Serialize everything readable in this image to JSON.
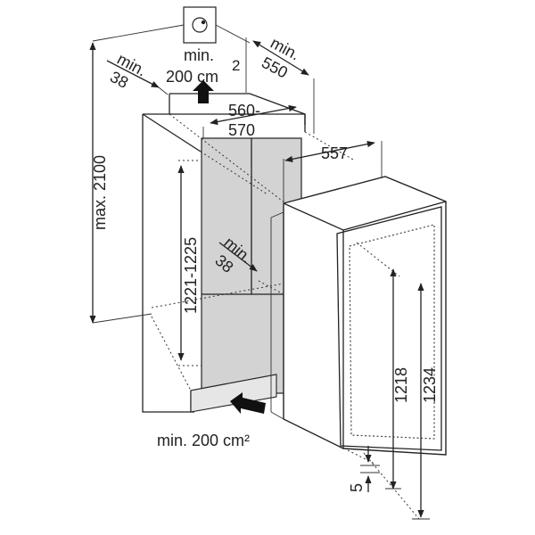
{
  "labels": {
    "max_height": "max. 2100",
    "top_left_min": "min.",
    "top_left_value": "38",
    "top_vent_min": "min.",
    "top_vent_value": "200 cm",
    "top_vent_sup": "2",
    "top_depth_min": "min.",
    "top_depth_value": "550",
    "width_range_a": "560-",
    "width_range_b": "570",
    "appliance_depth": "557",
    "niche_height": "1221-1225",
    "inner_min": "min.",
    "inner_value": "38",
    "appliance_height_a": "1218",
    "appliance_height_b": "1234",
    "gap_bottom": "5",
    "bottom_vent": "min. 200 cm²"
  }
}
